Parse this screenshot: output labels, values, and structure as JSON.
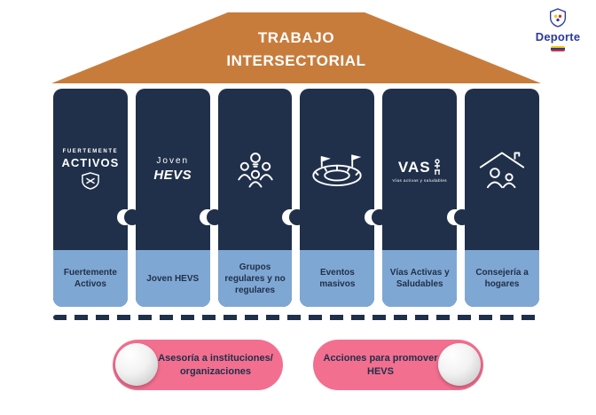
{
  "header": {
    "title_line1": "TRABAJO",
    "title_line2": "INTERSECTORIAL"
  },
  "logo": {
    "word": "Deporte"
  },
  "columns": [
    {
      "label": "Fuertemente Activos",
      "brand_top": "FUERTEMENTE",
      "brand_main": "ACTIVOS"
    },
    {
      "label": "Joven HEVS",
      "brand_top": "Joven",
      "brand_main": "HEVS"
    },
    {
      "label": "Grupos regulares y no regulares"
    },
    {
      "label": "Eventos masivos"
    },
    {
      "label": "Vías Activas y Saludables",
      "brand_main": "VAS",
      "brand_sub": "Vías activas y saludables"
    },
    {
      "label": "Consejería a hogares"
    }
  ],
  "actions": [
    {
      "label": "Asesoría a instituciones/ organizaciones"
    },
    {
      "label": "Acciones para promover HEVS"
    }
  ],
  "colors": {
    "pediment_orange": "#c87c3c",
    "column_navy": "#20304a",
    "label_blue": "#7fa7d3",
    "pill_pink": "#f26f90",
    "logo_blue": "#2b3a9a"
  }
}
